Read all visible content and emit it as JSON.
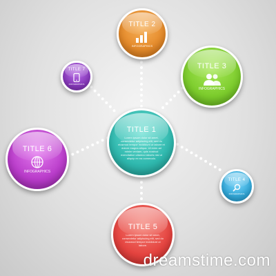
{
  "nodes": {
    "title1": {
      "title": "TITLE 1",
      "body": "Lorem ipsum dolor sit amet, consectetur adipiscing elit, sed do eiusmod tempor incididunt ut labore et dolore magna aliqua. Ut enim ad minim veniam, quis nostrud exercitation ullamco laboris nisi ut aliquip ex ea commodo.",
      "color": "#2fb8ae"
    },
    "title2": {
      "title": "TITLE 2",
      "subtitle": "INFOGRAPHICS",
      "icon": "bar-chart-icon",
      "color": "#e58a2a"
    },
    "title3": {
      "title": "TITLE 3",
      "subtitle": "INFOGRAPHICS",
      "icon": "people-icon",
      "color": "#7ccc2c"
    },
    "title4": {
      "title": "TITLE 4",
      "subtitle": "INFOGRAPHICS",
      "icon": "magnifier-icon",
      "color": "#35aee0"
    },
    "title5": {
      "title": "TITLE 5",
      "body": "Lorem ipsum dolor sit amet, consectetur adipiscing elit, sed do eiusmod tempor incididunt ut labore.",
      "color": "#e5433f"
    },
    "title6": {
      "title": "TITLE 6",
      "subtitle": "INFOGRAPHICS",
      "icon": "globe-icon",
      "color": "#b83bc9"
    },
    "title7": {
      "title": "TITLE 7",
      "subtitle": "INFOGRAPHICS",
      "icon": "phone-icon",
      "color": "#8e3cc4"
    }
  },
  "watermark": "dreamstime.com"
}
